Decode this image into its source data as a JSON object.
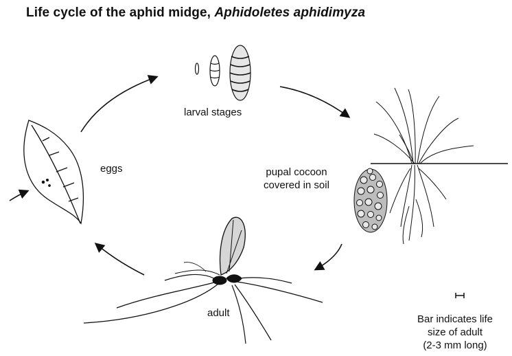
{
  "title": {
    "prefix": "Life cycle of the aphid midge,",
    "species": "Aphidoletes aphidimyza"
  },
  "stages": {
    "larval": "larval stages",
    "pupal": [
      "pupal cocoon",
      "covered in soil"
    ],
    "adult": "adult",
    "eggs": "eggs"
  },
  "scale_note": [
    "Bar indicates life",
    "size of adult",
    "(2-3 mm long)"
  ]
}
